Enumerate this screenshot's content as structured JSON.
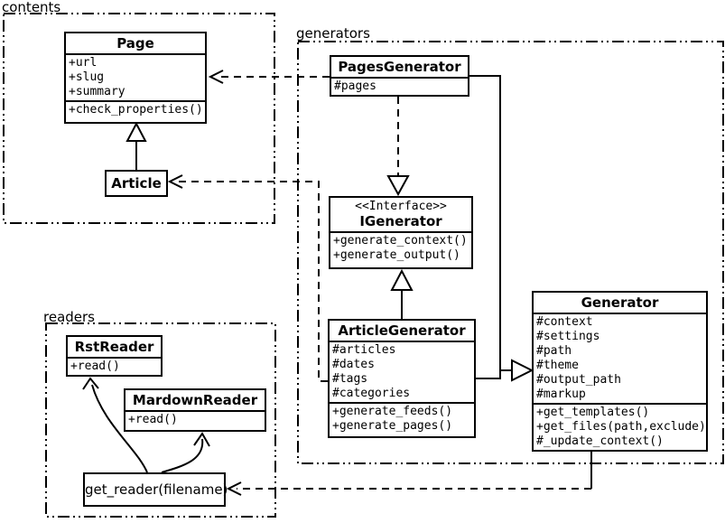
{
  "packages": {
    "contents": {
      "label": "contents"
    },
    "generators": {
      "label": "generators"
    },
    "readers": {
      "label": "readers"
    }
  },
  "classes": {
    "page": {
      "title": "Page",
      "attrs": [
        "+url",
        "+slug",
        "+summary"
      ],
      "methods": [
        "+check_properties()"
      ]
    },
    "article": {
      "title": "Article"
    },
    "pages_generator": {
      "title": "PagesGenerator",
      "attrs": [
        "#pages"
      ]
    },
    "igenerator": {
      "stereotype": "<<Interface>>",
      "title": "IGenerator",
      "methods": [
        "+generate_context()",
        "+generate_output()"
      ]
    },
    "article_generator": {
      "title": "ArticleGenerator",
      "attrs": [
        "#articles",
        "#dates",
        "#tags",
        "#categories"
      ],
      "methods": [
        "+generate_feeds()",
        "+generate_pages()"
      ]
    },
    "generator": {
      "title": "Generator",
      "attrs": [
        "#context",
        "#settings",
        "#path",
        "#theme",
        "#output_path",
        "#markup"
      ],
      "methods": [
        "+get_templates()",
        "+get_files(path,exclude)",
        "#_update_context()"
      ]
    },
    "rst_reader": {
      "title": "RstReader",
      "methods": [
        "+read()"
      ]
    },
    "mardown_reader": {
      "title": "MardownReader",
      "methods": [
        "+read()"
      ]
    },
    "get_reader": {
      "label": "get_reader(filename)"
    }
  },
  "relationships": [
    {
      "from": "Article",
      "to": "Page",
      "type": "inheritance"
    },
    {
      "from": "PagesGenerator",
      "to": "Page",
      "type": "dependency"
    },
    {
      "from": "ArticleGenerator",
      "to": "Article",
      "type": "dependency"
    },
    {
      "from": "PagesGenerator",
      "to": "IGenerator",
      "type": "realization"
    },
    {
      "from": "ArticleGenerator",
      "to": "IGenerator",
      "type": "inheritance"
    },
    {
      "from": "PagesGenerator",
      "to": "Generator",
      "type": "inheritance"
    },
    {
      "from": "ArticleGenerator",
      "to": "Generator",
      "type": "inheritance"
    },
    {
      "from": "Generator",
      "to": "get_reader(filename)",
      "type": "dependency"
    },
    {
      "from": "get_reader(filename)",
      "to": "RstReader",
      "type": "association"
    },
    {
      "from": "get_reader(filename)",
      "to": "MardownReader",
      "type": "association"
    }
  ],
  "colors": {
    "line": "#000000",
    "background": "#ffffff"
  }
}
